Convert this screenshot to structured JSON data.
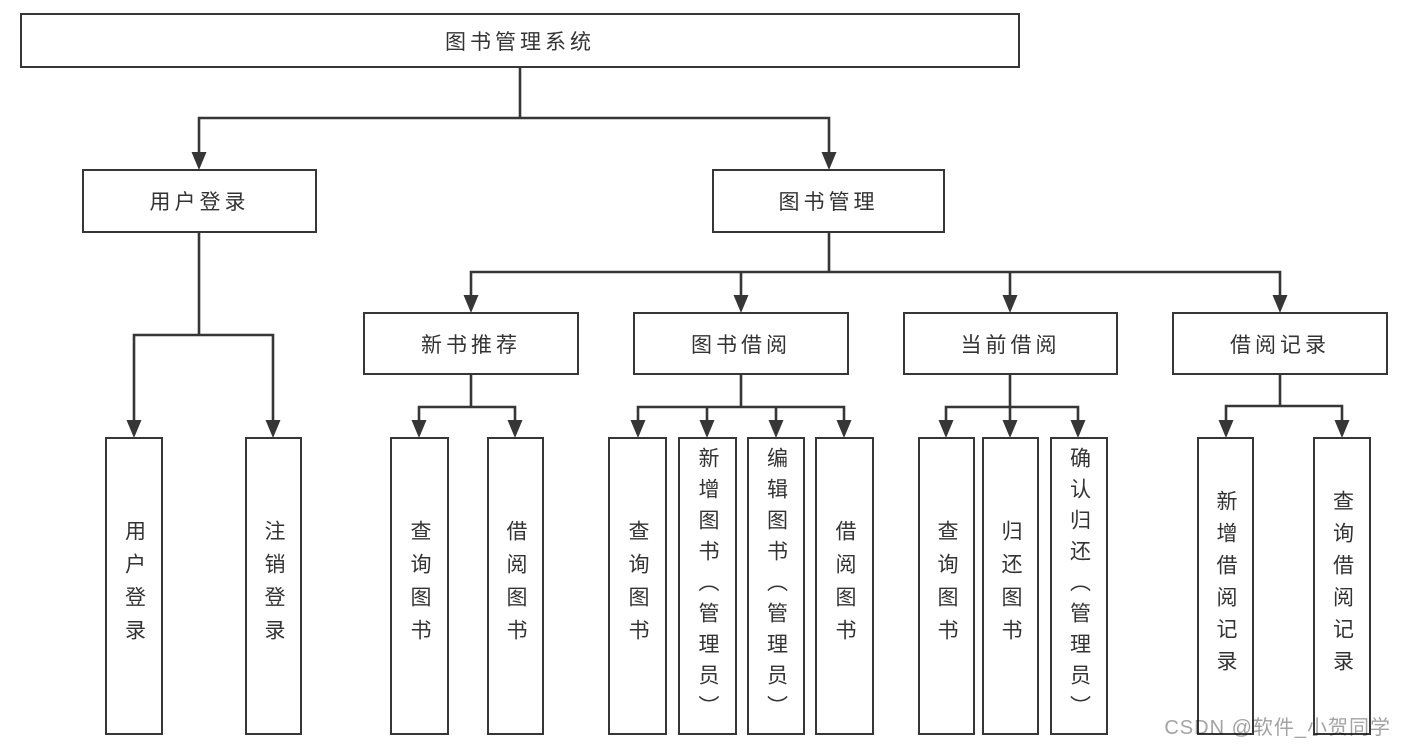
{
  "diagram": {
    "root": {
      "label": "图书管理系统"
    },
    "branches": [
      {
        "label": "用户登录"
      },
      {
        "label": "图书管理"
      }
    ],
    "modules": [
      {
        "label": "新书推荐"
      },
      {
        "label": "图书借阅"
      },
      {
        "label": "当前借阅"
      },
      {
        "label": "借阅记录"
      }
    ],
    "leaves": {
      "user_login": [
        "用户登录",
        "注销登录"
      ],
      "new_book_recommend": [
        "查询图书",
        "借阅图书"
      ],
      "book_borrow": [
        "查询图书",
        "新增图书（管理员）",
        "编辑图书（管理员）",
        "借阅图书"
      ],
      "current_borrow": [
        "查询图书",
        "归还图书",
        "确认归还（管理员）"
      ],
      "borrow_record": [
        "新增借阅记录",
        "查询借阅记录"
      ]
    },
    "colors": {
      "line": "#363636",
      "box_border": "#363636",
      "box_fill": "#ffffff",
      "text": "#333333",
      "background": "#ffffff"
    }
  },
  "watermark": {
    "text": "CSDN @软件_小贺同学",
    "color": "#a3a3a3"
  }
}
